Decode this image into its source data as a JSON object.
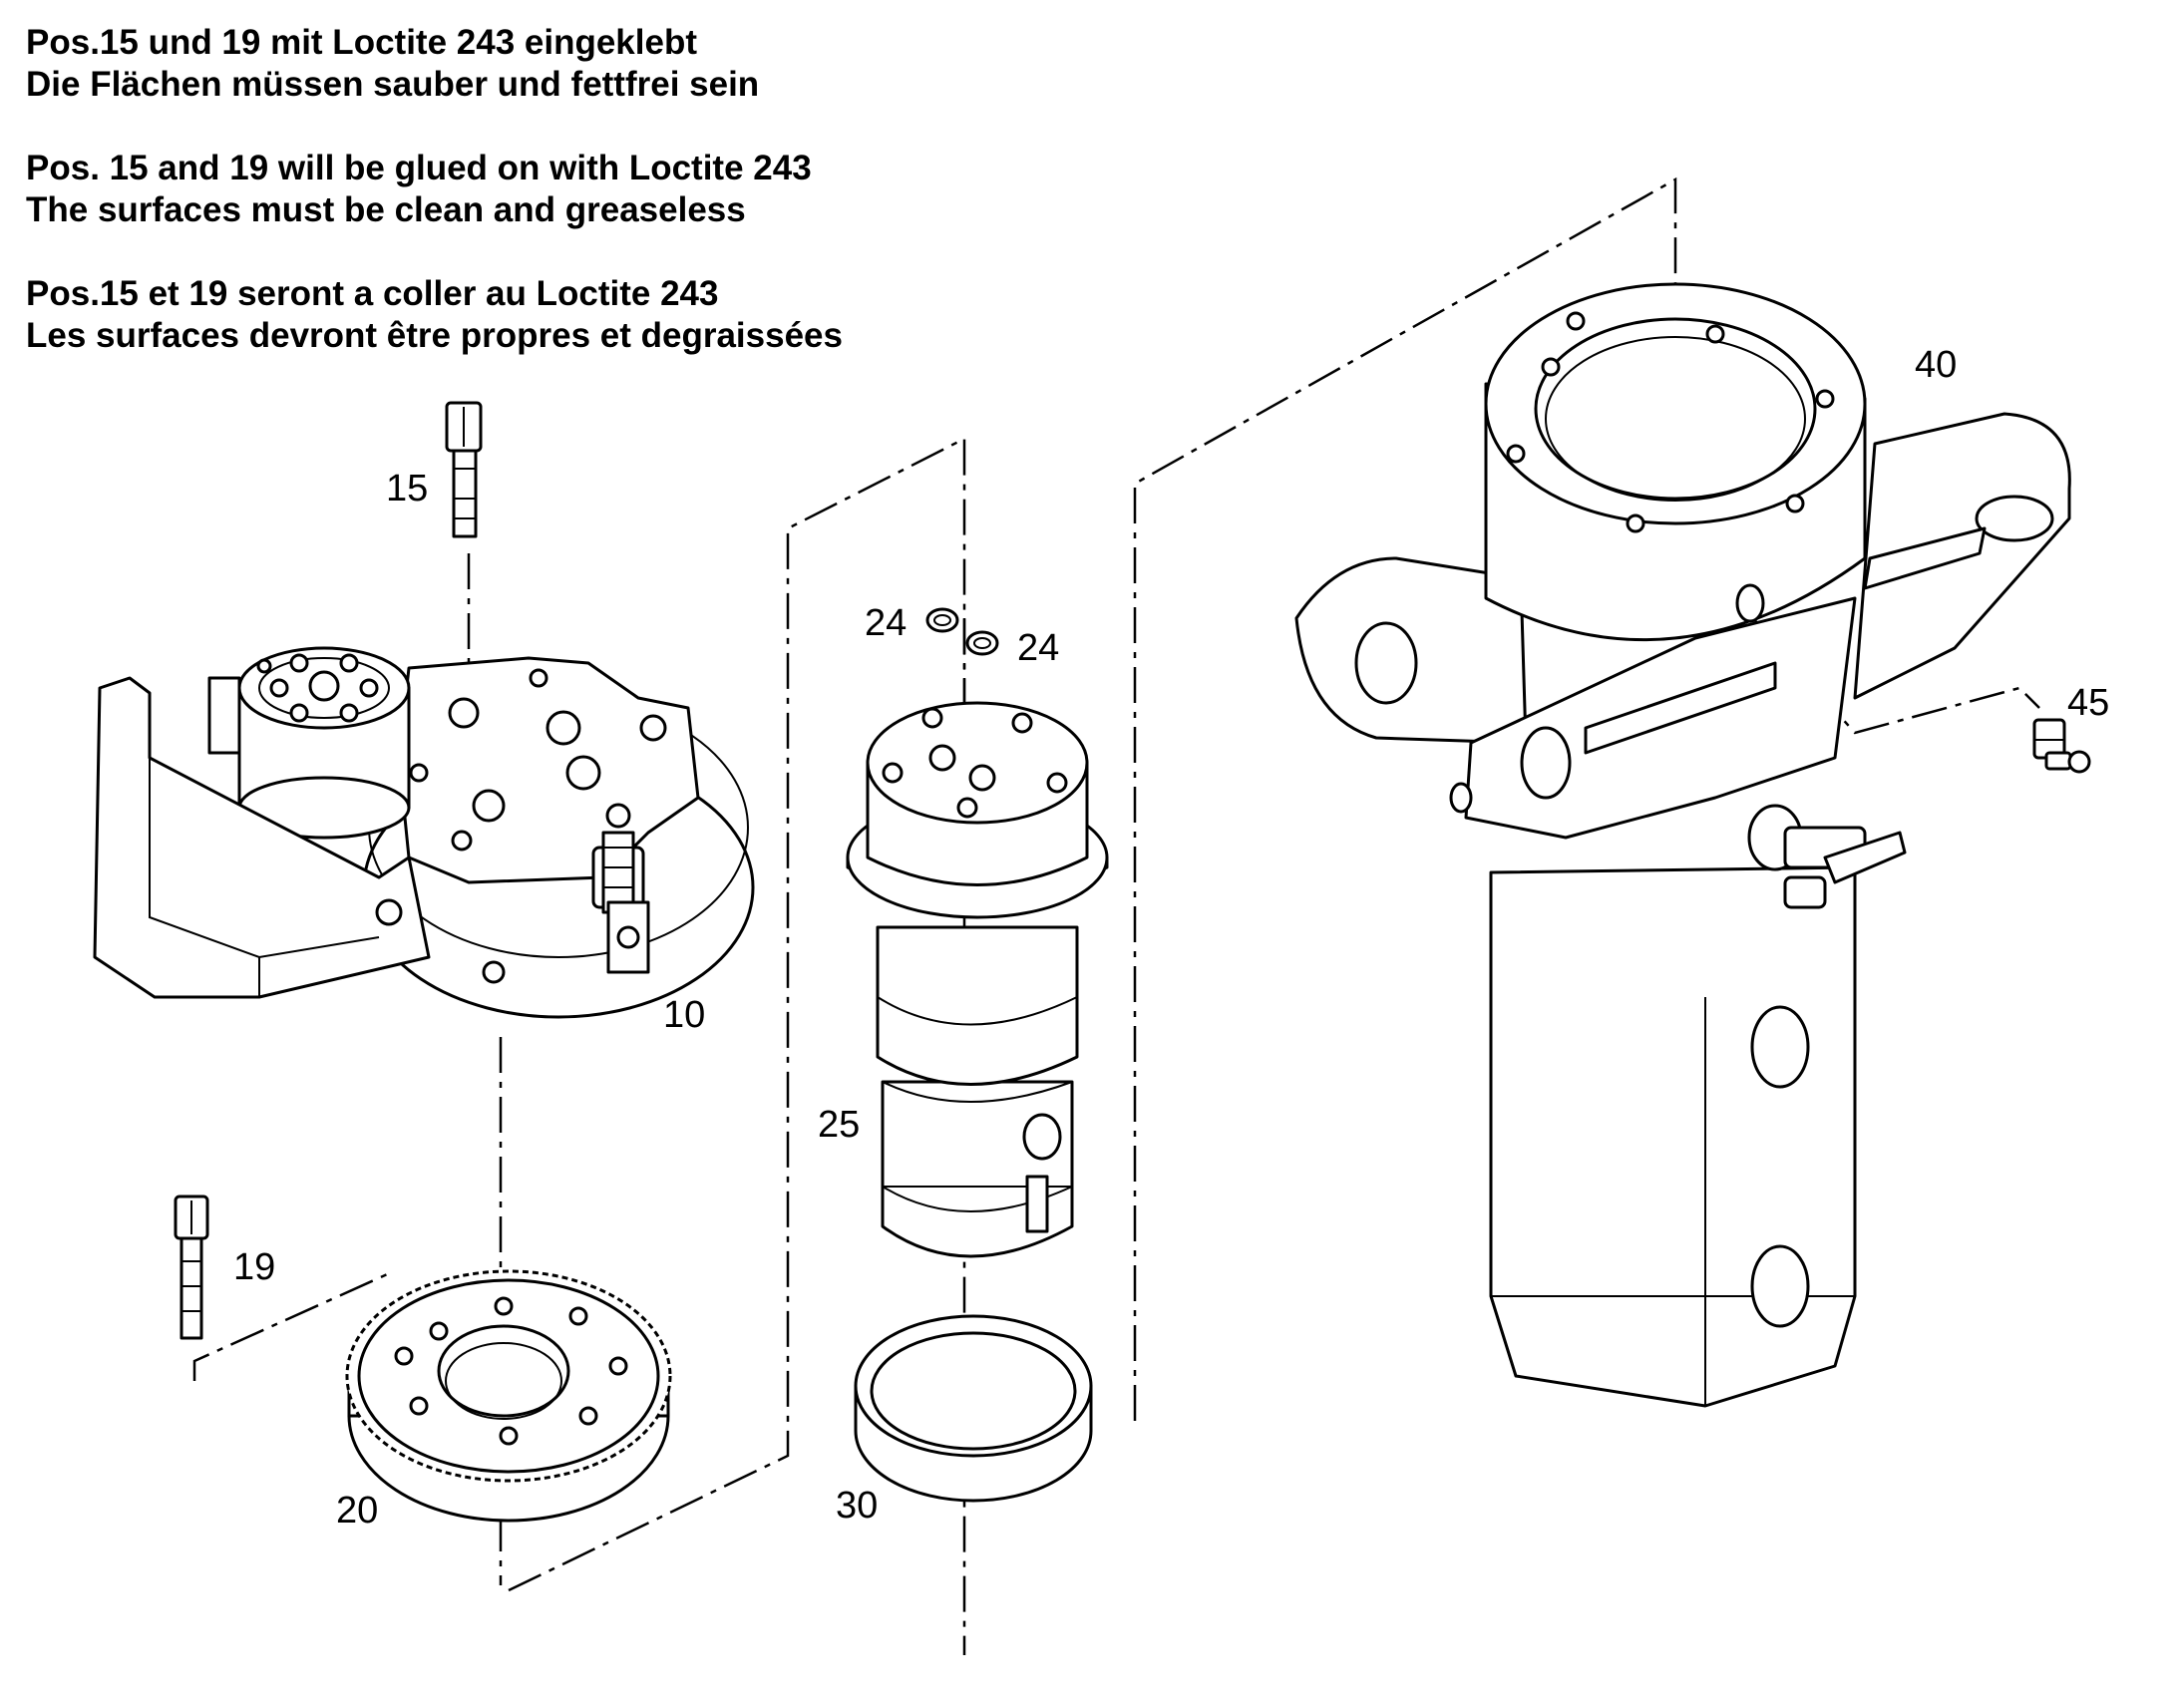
{
  "notes": {
    "de_line1": "Pos.15 und 19 mit Loctite 243 eingeklebt",
    "de_line2": "Die Flächen müssen sauber und fettfrei sein",
    "en_line1": "Pos. 15 and 19 will be glued on with Loctite 243",
    "en_line2": "The surfaces must be clean and greaseless",
    "fr_line1": "Pos.15 et 19 seront a coller au Loctite 243",
    "fr_line2": "Les surfaces devront être propres et degraissées"
  },
  "callouts": {
    "p10": "10",
    "p15": "15",
    "p19": "19",
    "p20": "20",
    "p24a": "24",
    "p24b": "24",
    "p25": "25",
    "p30": "30",
    "p40": "40",
    "p45": "45"
  }
}
